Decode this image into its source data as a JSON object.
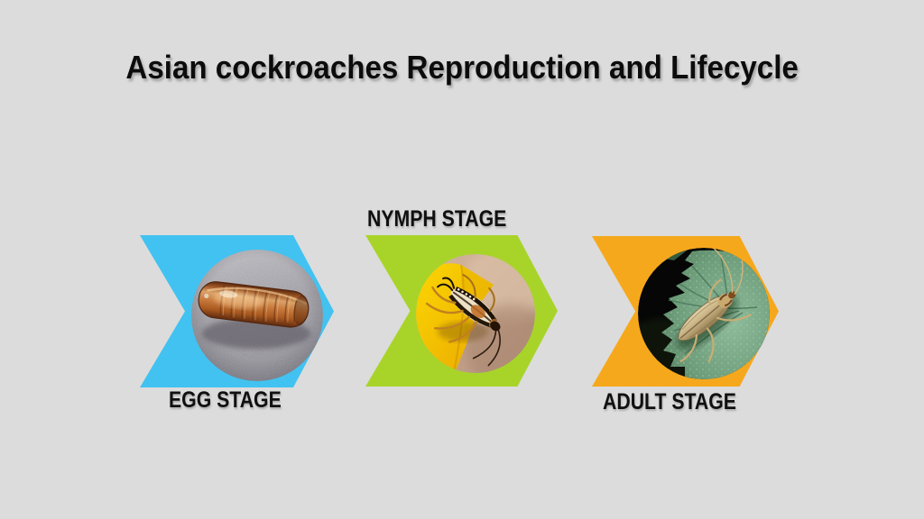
{
  "page": {
    "title": "Asian cockroaches Reproduction and Lifecycle",
    "background_color": "#dcdcdc",
    "title_color": "#0c0c0c",
    "label_color": "#101010"
  },
  "stages": [
    {
      "label": "EGG STAGE",
      "label_position": "below",
      "chevron_color": "#42c2f0",
      "photo_name": "egg-case-photo",
      "photo_alt": "copper-brown cockroach egg case (ootheca) on speckled gray surface"
    },
    {
      "label": "NYMPH STAGE",
      "label_position": "above",
      "chevron_color": "#a8d42a",
      "photo_name": "nymph-photo",
      "photo_alt": "striped cockroach nymph on a yellow flower petal"
    },
    {
      "label": "ADULT STAGE",
      "label_position": "below",
      "chevron_color": "#f6a81c",
      "photo_name": "adult-photo",
      "photo_alt": "pale tan adult Asian cockroach on a green leaf"
    }
  ]
}
